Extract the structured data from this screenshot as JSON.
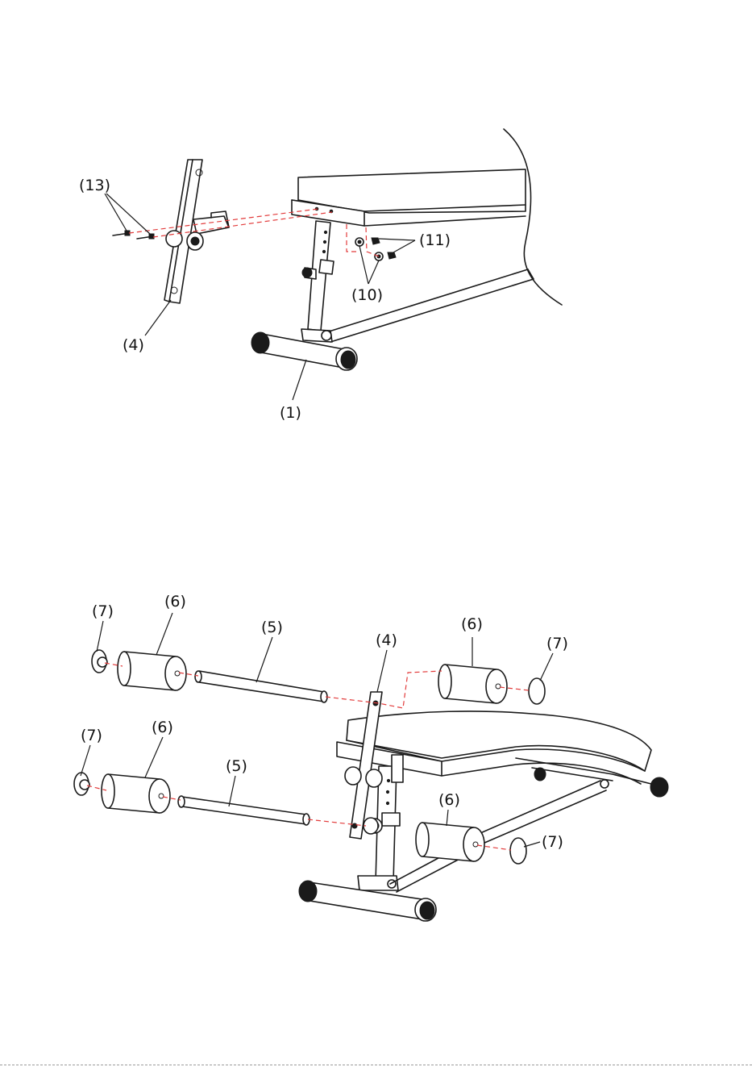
{
  "figure_top": {
    "labels": {
      "p13": "(13)",
      "p11": "(11)",
      "p10": "(10)",
      "p4": "(4)",
      "p1": "(1)"
    }
  },
  "figure_bottom": {
    "labels": {
      "p7a": "(7)",
      "p6a": "(6)",
      "p5a": "(5)",
      "p4": "(4)",
      "p6b": "(6)",
      "p7b": "(7)",
      "p7c": "(7)",
      "p6c": "(6)",
      "p5b": "(5)",
      "p6d": "(6)",
      "p7d": "(7)"
    }
  },
  "colors": {
    "line": "#1a1a1a",
    "alignment_dash": "#e23b3b",
    "background": "#ffffff"
  }
}
